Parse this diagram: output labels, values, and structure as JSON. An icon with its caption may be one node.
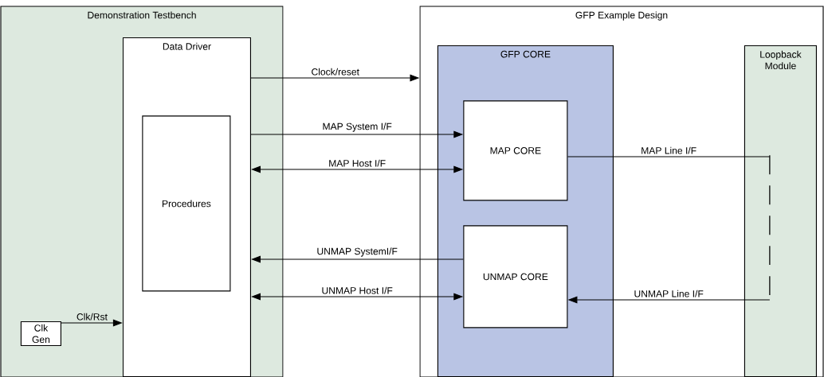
{
  "diagram": {
    "nodes": [
      {
        "text": [
          "Demonstration Testbench"
        ]
      },
      {
        "text": [
          "Data Driver"
        ],
        "in": 0
      },
      {
        "text": [
          "Procedures"
        ],
        "in": 1
      },
      {
        "text": [
          "Clk Gen"
        ],
        "in": 0
      },
      {
        "text": [
          "GFP Example Design"
        ]
      },
      {
        "text": [
          "GFP CORE"
        ],
        "in": 4
      },
      {
        "text": [
          "MAP CORE"
        ],
        "in": 5
      },
      {
        "text": [
          "UNMAP CORE"
        ],
        "in": 5
      },
      {
        "text": [
          "Loopback Module"
        ],
        "in": 4
      },
      {
        "text": [],
        "shape": "bar",
        "in": 8
      }
    ],
    "edges": [
      {
        "from": 1,
        "to": 4,
        "arrow": "to",
        "label": "Clock/reset"
      },
      {
        "from": 1,
        "to": 6,
        "arrow": "to",
        "label": "MAP System I/F"
      },
      {
        "from": 1,
        "to": 6,
        "arrow": "both",
        "label": "MAP Host I/F"
      },
      {
        "from": 7,
        "to": 1,
        "arrow": "to",
        "label": "UNMAP SystemI/F"
      },
      {
        "from": 1,
        "to": 7,
        "arrow": "both",
        "label": "UNMAP Host I/F"
      },
      {
        "from": 3,
        "to": 1,
        "arrow": "to",
        "label": "Clk/Rst"
      },
      {
        "from": 6,
        "to": 9,
        "arrow": "none",
        "label": "MAP Line I/F"
      },
      {
        "from": 9,
        "to": 7,
        "arrow": "to",
        "label": "UNMAP Line I/F"
      }
    ]
  }
}
